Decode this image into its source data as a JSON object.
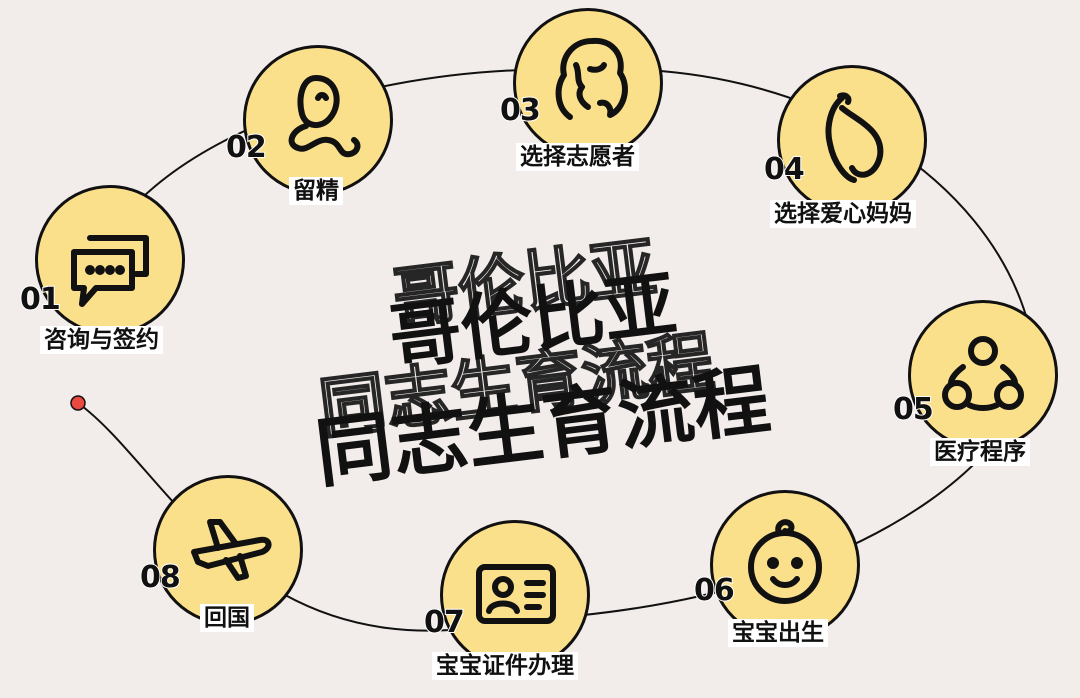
{
  "title": {
    "line1": "哥伦比亚",
    "line2": "同志生育流程"
  },
  "steps": [
    {
      "num": "01",
      "label": "咨询与签约",
      "icon": "chat-bubbles-icon"
    },
    {
      "num": "02",
      "label": "留精",
      "icon": "sperm-icon"
    },
    {
      "num": "03",
      "label": "选择志愿者",
      "icon": "woman-face-icon"
    },
    {
      "num": "04",
      "label": "选择爱心妈妈",
      "icon": "pregnant-woman-icon"
    },
    {
      "num": "05",
      "label": "医疗程序",
      "icon": "network-nodes-icon"
    },
    {
      "num": "06",
      "label": "宝宝出生",
      "icon": "baby-face-icon"
    },
    {
      "num": "07",
      "label": "宝宝证件办理",
      "icon": "id-card-icon"
    },
    {
      "num": "08",
      "label": "回国",
      "icon": "airplane-icon"
    }
  ],
  "colors": {
    "background": "#f2ecea",
    "circle_fill": "#fbe08c",
    "outline": "#111111",
    "start_dot": "#e9493f"
  }
}
